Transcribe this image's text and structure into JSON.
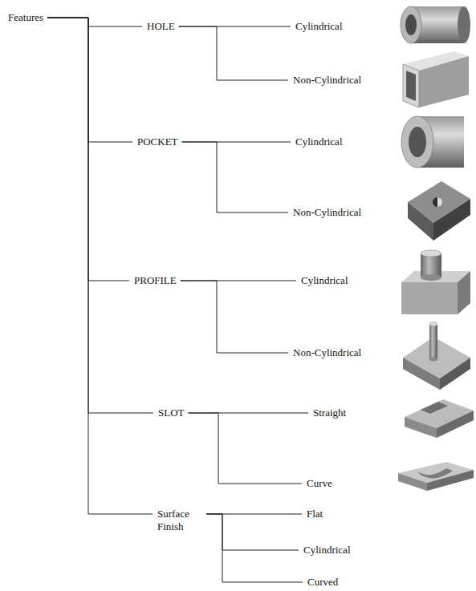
{
  "diagram": {
    "nodes": [
      {
        "text": [
          "Features"
        ]
      },
      {
        "text": [
          "HOLE"
        ]
      },
      {
        "text": [
          "Cylindrical"
        ]
      },
      {
        "text": [
          "Non-Cylindrical"
        ]
      },
      {
        "text": [
          "POCKET"
        ]
      },
      {
        "text": [
          "Cylindrical"
        ]
      },
      {
        "text": [
          "Non-Cylindrical"
        ]
      },
      {
        "text": [
          "PROFILE"
        ]
      },
      {
        "text": [
          "Cylindrical"
        ]
      },
      {
        "text": [
          "Non-Cylindrical"
        ]
      },
      {
        "text": [
          "SLOT"
        ]
      },
      {
        "text": [
          "Straight"
        ]
      },
      {
        "text": [
          "Curve"
        ]
      },
      {
        "text": [
          "Surface Finish"
        ]
      },
      {
        "text": [
          "Flat"
        ]
      },
      {
        "text": [
          "Cylindrical"
        ]
      },
      {
        "text": [
          "Curved"
        ]
      }
    ],
    "edges": [
      {
        "from": 0,
        "to": 1,
        "arrow": "none"
      },
      {
        "from": 0,
        "to": 4,
        "arrow": "none"
      },
      {
        "from": 0,
        "to": 7,
        "arrow": "none"
      },
      {
        "from": 0,
        "to": 10,
        "arrow": "none"
      },
      {
        "from": 0,
        "to": 13,
        "arrow": "none"
      },
      {
        "from": 1,
        "to": 2,
        "arrow": "none"
      },
      {
        "from": 1,
        "to": 3,
        "arrow": "none"
      },
      {
        "from": 4,
        "to": 5,
        "arrow": "none"
      },
      {
        "from": 4,
        "to": 6,
        "arrow": "none"
      },
      {
        "from": 7,
        "to": 8,
        "arrow": "none"
      },
      {
        "from": 7,
        "to": 9,
        "arrow": "none"
      },
      {
        "from": 10,
        "to": 11,
        "arrow": "none"
      },
      {
        "from": 10,
        "to": 12,
        "arrow": "none"
      },
      {
        "from": 13,
        "to": 14,
        "arrow": "none"
      },
      {
        "from": 13,
        "to": 15,
        "arrow": "none"
      },
      {
        "from": 13,
        "to": 16,
        "arrow": "none"
      }
    ]
  }
}
